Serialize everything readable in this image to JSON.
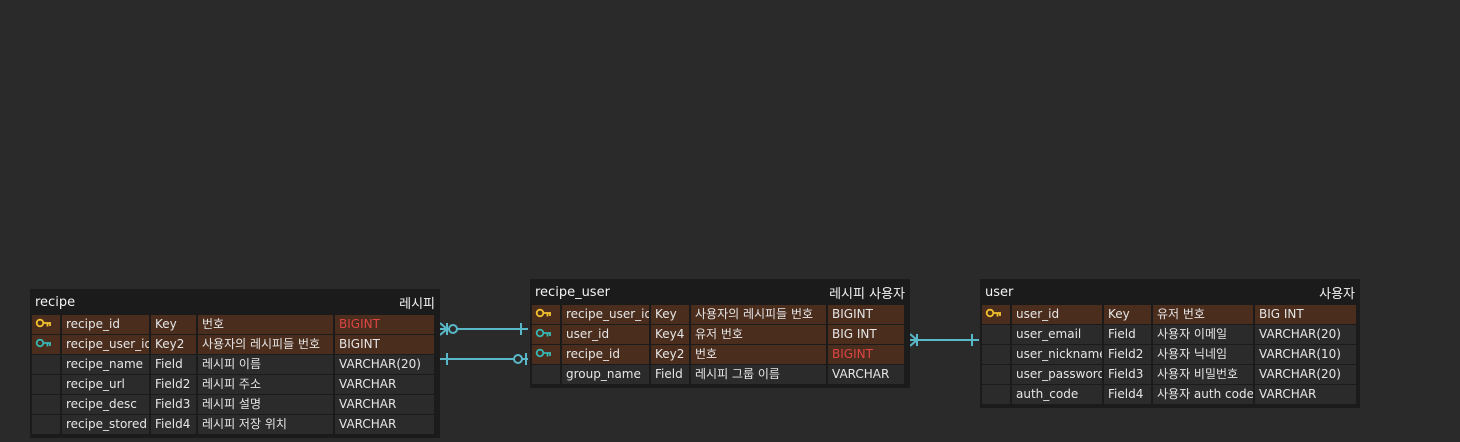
{
  "colors": {
    "primary_key_icon": "#f2c12e",
    "foreign_key_icon": "#38b6b3",
    "connector": "#59b9c9",
    "key_row": "#4a2d1d",
    "accent_type": "#e04545"
  },
  "tables": [
    {
      "name": "recipe",
      "label": "레시피",
      "rows": [
        {
          "icon": "primary-key-icon",
          "field": "recipe_id",
          "kind": "Key",
          "desc": "번호",
          "type": "BIGINT",
          "type_accent": true
        },
        {
          "icon": "foreign-key-icon",
          "field": "recipe_user_id",
          "kind": "Key2",
          "desc": "사용자의 레시피들 번호",
          "type": "BIGINT",
          "type_accent": false
        },
        {
          "icon": "",
          "field": "recipe_name",
          "kind": "Field",
          "desc": "레시피 이름",
          "type": "VARCHAR(20)",
          "type_accent": false
        },
        {
          "icon": "",
          "field": "recipe_url",
          "kind": "Field2",
          "desc": "레시피 주소",
          "type": "VARCHAR",
          "type_accent": false
        },
        {
          "icon": "",
          "field": "recipe_desc",
          "kind": "Field3",
          "desc": "레시피 설명",
          "type": "VARCHAR",
          "type_accent": false
        },
        {
          "icon": "",
          "field": "recipe_stored",
          "kind": "Field4",
          "desc": "레시피 저장 위치",
          "type": "VARCHAR",
          "type_accent": false
        }
      ]
    },
    {
      "name": "recipe_user",
      "label": "레시피 사용자",
      "rows": [
        {
          "icon": "primary-key-icon",
          "field": "recipe_user_id",
          "kind": "Key",
          "desc": "사용자의 레시피들 번호",
          "type": "BIGINT",
          "type_accent": false
        },
        {
          "icon": "foreign-key-icon",
          "field": "user_id",
          "kind": "Key4",
          "desc": "유저 번호",
          "type": "BIG INT",
          "type_accent": false
        },
        {
          "icon": "foreign-key-icon",
          "field": "recipe_id",
          "kind": "Key2",
          "desc": "번호",
          "type": "BIGINT",
          "type_accent": true
        },
        {
          "icon": "",
          "field": "group_name",
          "kind": "Field",
          "desc": "레시피 그룹 이름",
          "type": "VARCHAR",
          "type_accent": false
        }
      ]
    },
    {
      "name": "user",
      "label": "사용자",
      "rows": [
        {
          "icon": "primary-key-icon",
          "field": "user_id",
          "kind": "Key",
          "desc": "유저 번호",
          "type": "BIG INT",
          "type_accent": false
        },
        {
          "icon": "",
          "field": "user_email",
          "kind": "Field",
          "desc": "사용자 이메일",
          "type": "VARCHAR(20)",
          "type_accent": false
        },
        {
          "icon": "",
          "field": "user_nickname",
          "kind": "Field2",
          "desc": "사용자 닉네임",
          "type": "VARCHAR(10)",
          "type_accent": false
        },
        {
          "icon": "",
          "field": "user_password",
          "kind": "Field3",
          "desc": "사용자 비밀번호",
          "type": "VARCHAR(20)",
          "type_accent": false
        },
        {
          "icon": "",
          "field": "auth_code",
          "kind": "Field4",
          "desc": "사용자 auth code",
          "type": "VARCHAR",
          "type_accent": false
        }
      ]
    }
  ]
}
